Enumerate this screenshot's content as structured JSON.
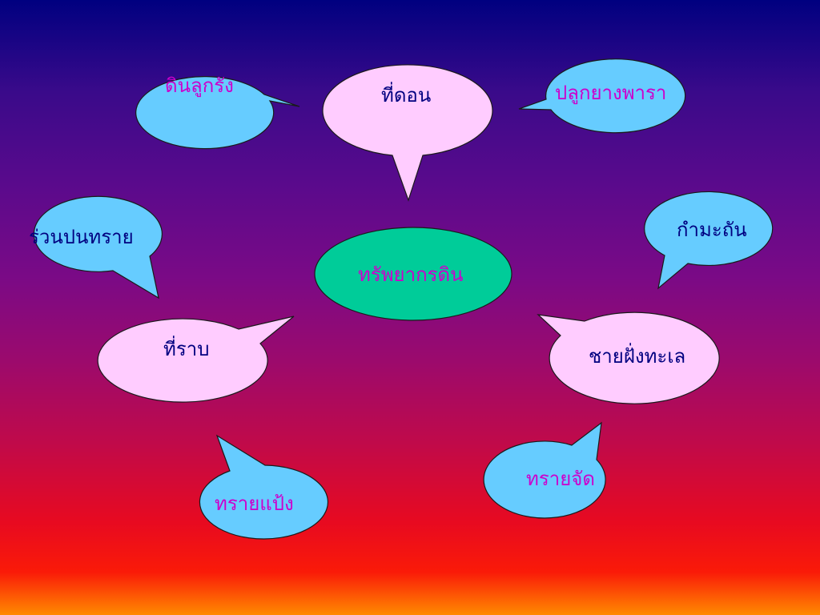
{
  "center": {
    "label": "ทรัพยากรดิน"
  },
  "bubbles": {
    "highland": "ที่ดอน",
    "lateritic": "ดินลูกรัง",
    "rubber": "ปลูกยางพารา",
    "loamy_sand": "ร่วนปนทราย",
    "plain": "ที่ราบ",
    "acidic": "กำมะถัน",
    "coast": "ชายฝั่งทะเล",
    "hardpan": "ทรายแป้ง",
    "sandy": "ทรายจัด"
  },
  "colors": {
    "callout_blue": "#66ccff",
    "callout_pink": "#ffccff",
    "center_green": "#00cc99",
    "text_magenta": "#cc00cc",
    "text_navy": "#000080"
  }
}
